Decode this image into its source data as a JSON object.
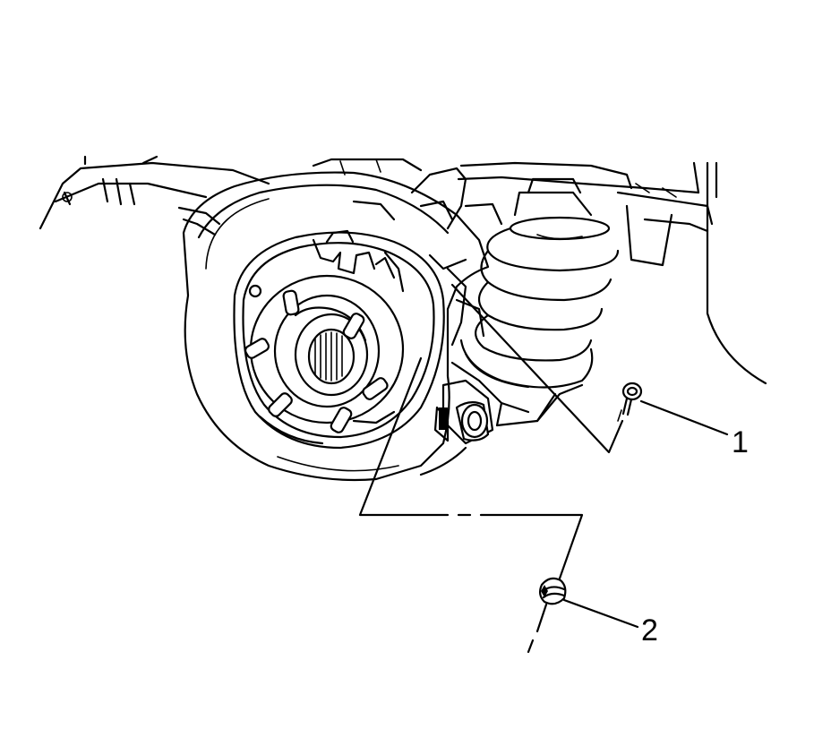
{
  "callouts": [
    {
      "number": "1",
      "part": "bolt"
    },
    {
      "number": "2",
      "part": "nut"
    }
  ],
  "icons": [
    "brake-shield-diagram",
    "hub-icon",
    "coil-spring-icon",
    "bolt-icon",
    "nut-icon"
  ],
  "colors": {
    "line": "#000000",
    "background": "#ffffff"
  }
}
